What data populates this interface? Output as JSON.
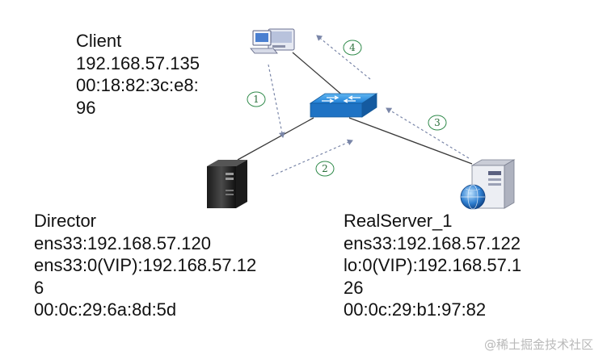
{
  "nodes": {
    "client": {
      "lines": [
        "Client",
        "192.168.57.135",
        "00:18:82:3c:e8:",
        "96"
      ],
      "icon": "desktop-computer-icon"
    },
    "director": {
      "lines": [
        "Director",
        "ens33:192.168.57.120",
        "ens33:0(VIP):192.168.57.12",
        "6",
        "00:0c:29:6a:8d:5d"
      ],
      "icon": "server-tower-icon"
    },
    "realserver": {
      "lines": [
        "RealServer_1",
        "ens33:192.168.57.122",
        "lo:0(VIP):192.168.57.1",
        "26",
        "00:0c:29:b1:97:82"
      ],
      "icon": "web-server-icon"
    },
    "switch": {
      "icon": "network-switch-icon"
    }
  },
  "steps": [
    "1",
    "2",
    "3",
    "4"
  ],
  "watermark": "@稀土掘金技术社区",
  "colors": {
    "text": "#111111",
    "link_line": "#3a3a3a",
    "arrow": "#7a86a8",
    "step_circle": "#2f8a4a",
    "switch_blue": "#1f7fd6"
  }
}
